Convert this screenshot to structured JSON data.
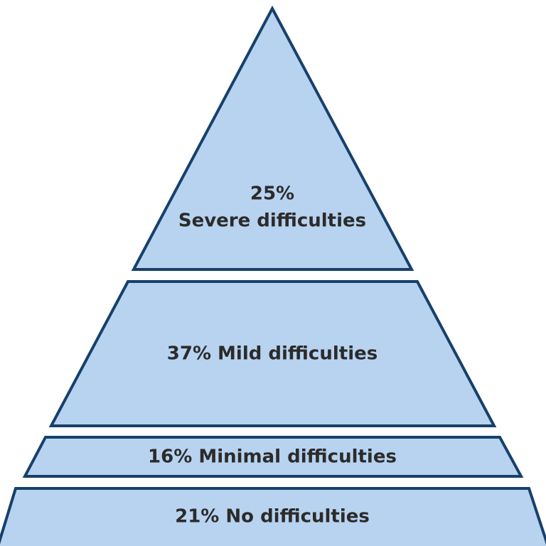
{
  "diagram": {
    "type": "pyramid",
    "colors": {
      "fill": "#b8d3ef",
      "outline": "#17406b",
      "text": "#2b2b2b"
    },
    "layers": [
      {
        "percent": "25%",
        "label": "Severe difficulties"
      },
      {
        "percent": "37%",
        "label": "37% Mild difficulties"
      },
      {
        "percent": "16%",
        "label": "16% Minimal difficulties"
      },
      {
        "percent": "21%",
        "label": "21% No difficulties"
      }
    ]
  }
}
